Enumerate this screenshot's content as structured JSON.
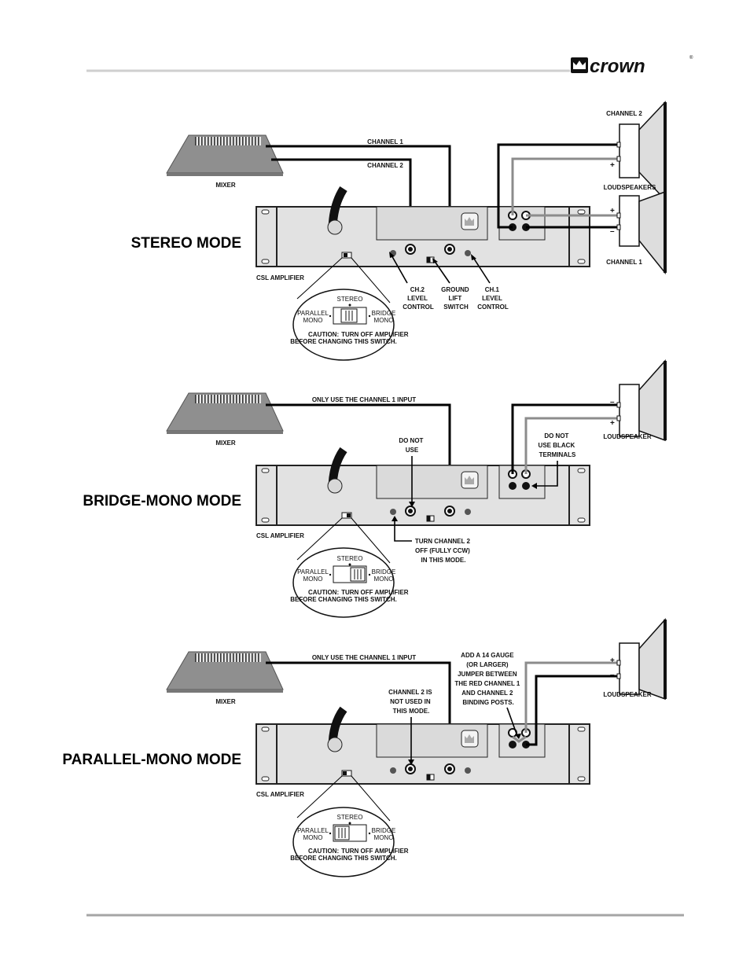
{
  "brand": {
    "logo_text": "crown"
  },
  "common": {
    "mixer_label": "MIXER",
    "amplifier_label": "CSL AMPLIFIER",
    "switch_detail": {
      "stereo": "STEREO",
      "parallel_line1": "PARALLEL",
      "parallel_line2": "MONO",
      "bridge_line1": "BRIDGE",
      "bridge_line2": "MONO",
      "caution_bold": "CAUTION:",
      "caution_line1": "TURN OFF AMPLIFIER",
      "caution_line2": "BEFORE CHANGING THIS SWITCH."
    },
    "plus": "+",
    "minus": "–"
  },
  "stereo": {
    "title": "STEREO MODE",
    "wire_ch1": "CHANNEL 1",
    "wire_ch2": "CHANNEL 2",
    "speaker_top": "CHANNEL 2",
    "speakers_label": "LOUDSPEAKERS",
    "speaker_bottom": "CHANNEL 1",
    "ch2_level": [
      "CH.2",
      "LEVEL",
      "CONTROL"
    ],
    "ground_lift": [
      "GROUND",
      "LIFT",
      "SWITCH"
    ],
    "ch1_level": [
      "CH.1",
      "LEVEL",
      "CONTROL"
    ]
  },
  "bridge": {
    "title": "BRIDGE-MONO MODE",
    "wire": "ONLY USE THE CHANNEL 1 INPUT",
    "speaker_label": "LOUDSPEAKER",
    "do_not_use": [
      "DO NOT",
      "USE"
    ],
    "do_not_black": [
      "DO NOT",
      "USE BLACK",
      "TERMINALS"
    ],
    "turn_off": [
      "TURN CHANNEL 2",
      "OFF (FULLY CCW)",
      "IN THIS MODE."
    ]
  },
  "parallel": {
    "title": "PARALLEL-MONO MODE",
    "wire": "ONLY USE THE CHANNEL 1 INPUT",
    "speaker_label": "LOUDSPEAKER",
    "ch2_not_used": [
      "CHANNEL 2 IS",
      "NOT USED IN",
      "THIS MODE."
    ],
    "jumper": [
      "ADD A 14 GAUGE",
      "(OR LARGER)",
      "JUMPER BETWEEN",
      "THE RED CHANNEL 1",
      "AND CHANNEL 2",
      "BINDING POSTS."
    ]
  }
}
